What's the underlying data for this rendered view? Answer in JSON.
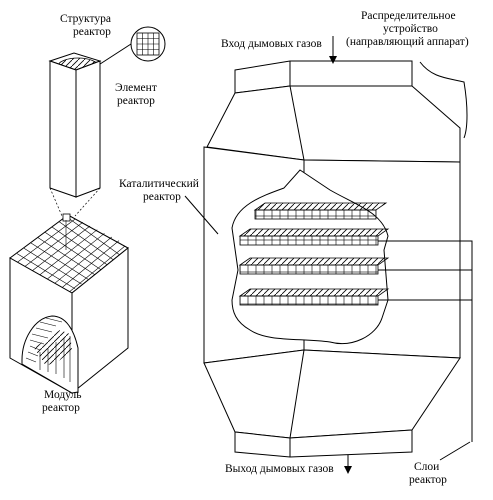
{
  "labels": {
    "structure_line1": "Структура",
    "structure_line2": "реактор",
    "element_line1": "Элемент",
    "element_line2": "реактор",
    "module_line1": "Модуль",
    "module_line2": "реактор",
    "catalytic_line1": "Каталитический",
    "catalytic_line2": "реактор",
    "gas_inlet": "Вход дымовых газов",
    "distributor_line1": "Распределительное",
    "distributor_line2": "устройство",
    "distributor_line3": "(направляющий аппарат)",
    "gas_outlet": "Выход дымовых газов",
    "layers_line1": "Слои",
    "layers_line2": "реактор"
  },
  "layer_count": 4
}
